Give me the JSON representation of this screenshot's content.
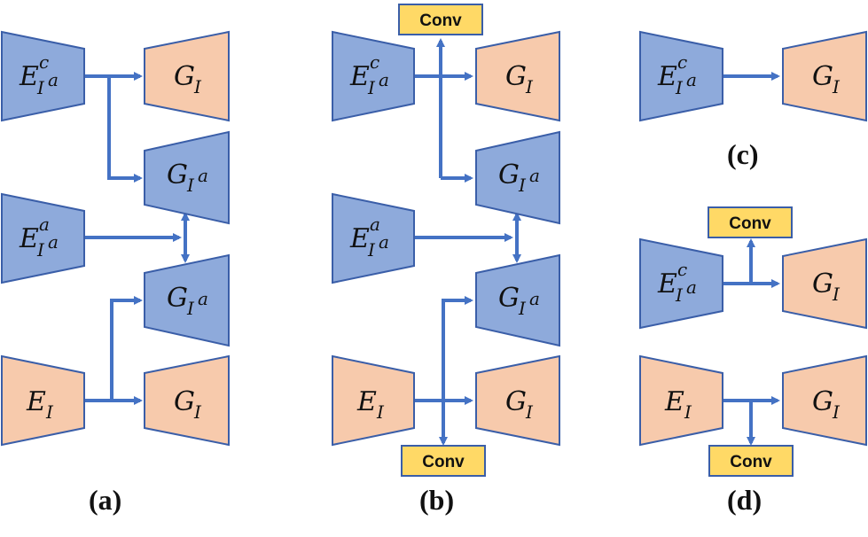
{
  "symbols": {
    "E_Ic_a": {
      "base": "E",
      "sup": "c",
      "sub": "I",
      "subsup": "a"
    },
    "E_Ia_a": {
      "base": "E",
      "sup": "a",
      "sub": "I",
      "subsup": "a"
    },
    "E_I": {
      "base": "E",
      "sub": "I"
    },
    "G_I": {
      "base": "G",
      "sub": "I"
    },
    "G_Ia": {
      "base": "G",
      "sub": "I",
      "subsup": "a"
    }
  },
  "conv_label": "Conv",
  "panel_labels": {
    "a": "(a)",
    "b": "(b)",
    "c": "(c)",
    "d": "(d)"
  },
  "colors": {
    "blue_fill": "#8eaadb",
    "orange_fill": "#f7caac",
    "outline": "#3a5ea8",
    "arrow": "#4472c4",
    "conv_fill": "#ffd966"
  }
}
